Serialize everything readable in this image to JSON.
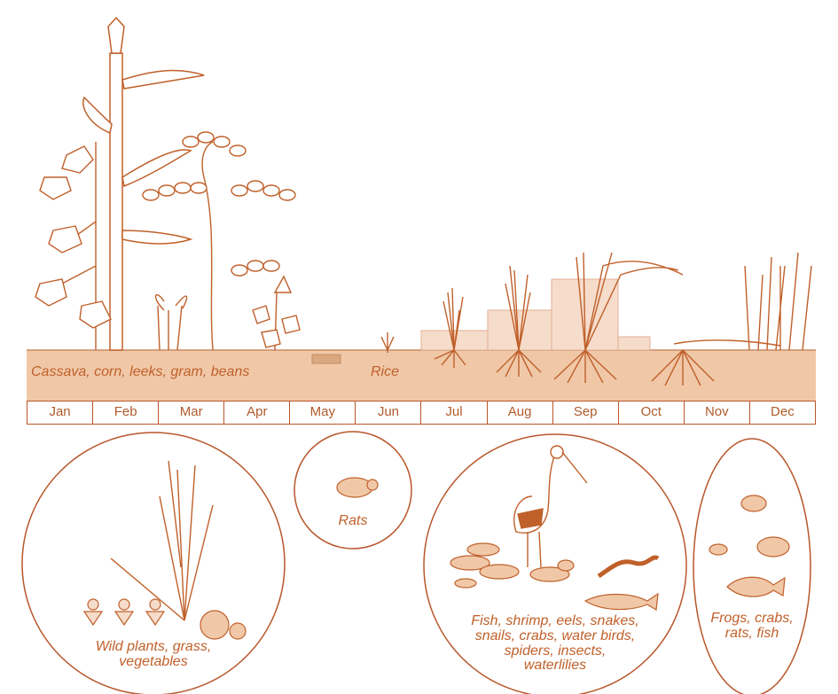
{
  "crops_label": "Cassava, corn, leeks, gram, beans",
  "rice_label": "Rice",
  "months": [
    "Jan",
    "Feb",
    "Mar",
    "Apr",
    "May",
    "Jun",
    "Jul",
    "Aug",
    "Sep",
    "Oct",
    "Nov",
    "Dec"
  ],
  "circles": {
    "wild": [
      "Wild plants, grass,",
      "vegetables"
    ],
    "rats": [
      "Rats"
    ],
    "aquatic": [
      "Fish, shrimp, eels, snakes,",
      "snails, crabs, water birds,",
      "spiders, insects,",
      "waterlilies"
    ],
    "frogs": [
      "Frogs, crabs,",
      "rats, fish"
    ]
  },
  "colors": {
    "ink": "#c0602a",
    "ground": "#f0c8a8",
    "water": "#f6dccb",
    "stroke": "#b8562a"
  }
}
